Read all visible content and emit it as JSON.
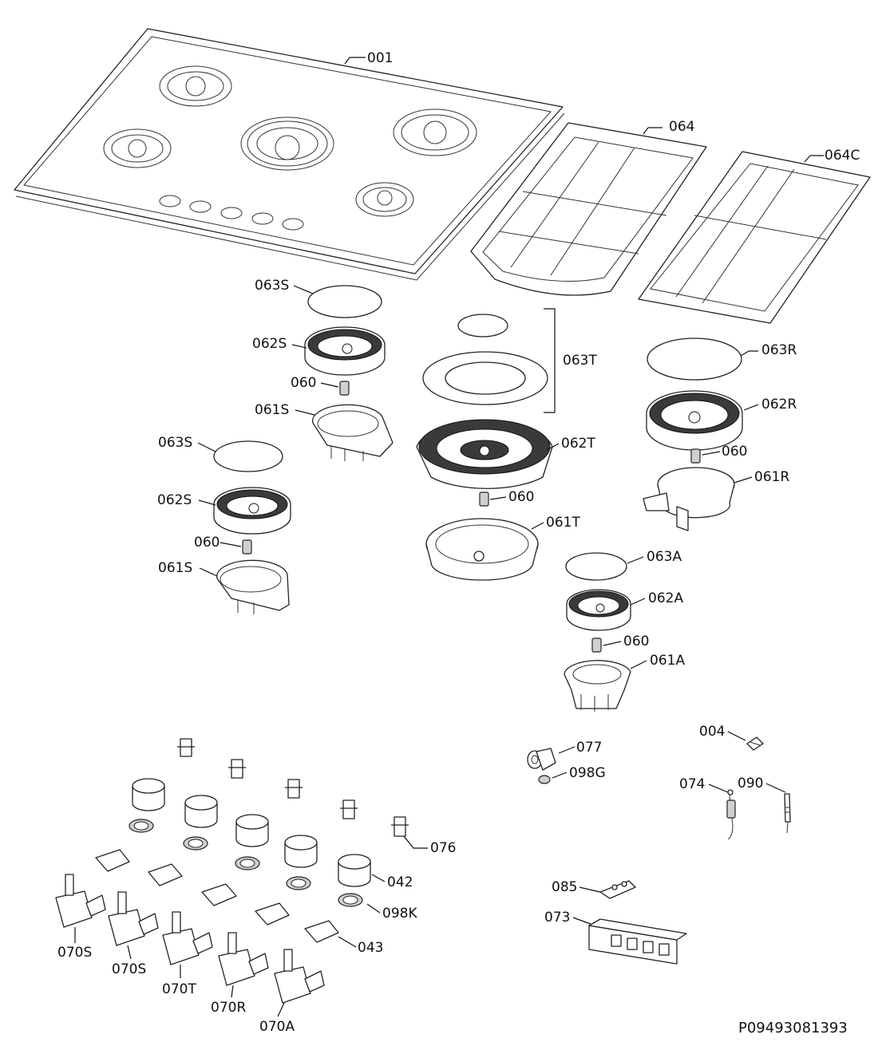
{
  "labels": {
    "l001": "001",
    "l064": "064",
    "l064C": "064C",
    "l063S_a": "063S",
    "l062S_a": "062S",
    "l060_a": "060",
    "l061S_a": "061S",
    "l063T": "063T",
    "l063R": "063R",
    "l062R": "062R",
    "l060_r": "060",
    "l061R": "061R",
    "l063S_b": "063S",
    "l062T": "062T",
    "l062S_b": "062S",
    "l060_t": "060",
    "l061T": "061T",
    "l060_b": "060",
    "l061S_b": "061S",
    "l063A": "063A",
    "l062A": "062A",
    "l060_c": "060",
    "l061A": "061A",
    "l004": "004",
    "l077": "077",
    "l098G": "098G",
    "l074": "074",
    "l090": "090",
    "l076": "076",
    "l042": "042",
    "l098K": "098K",
    "l043": "043",
    "l085": "085",
    "l073": "073",
    "l070S_a": "070S",
    "l070S_b": "070S",
    "l070T": "070T",
    "l070R": "070R",
    "l070A": "070A"
  },
  "drawing_code": "P09493081393"
}
